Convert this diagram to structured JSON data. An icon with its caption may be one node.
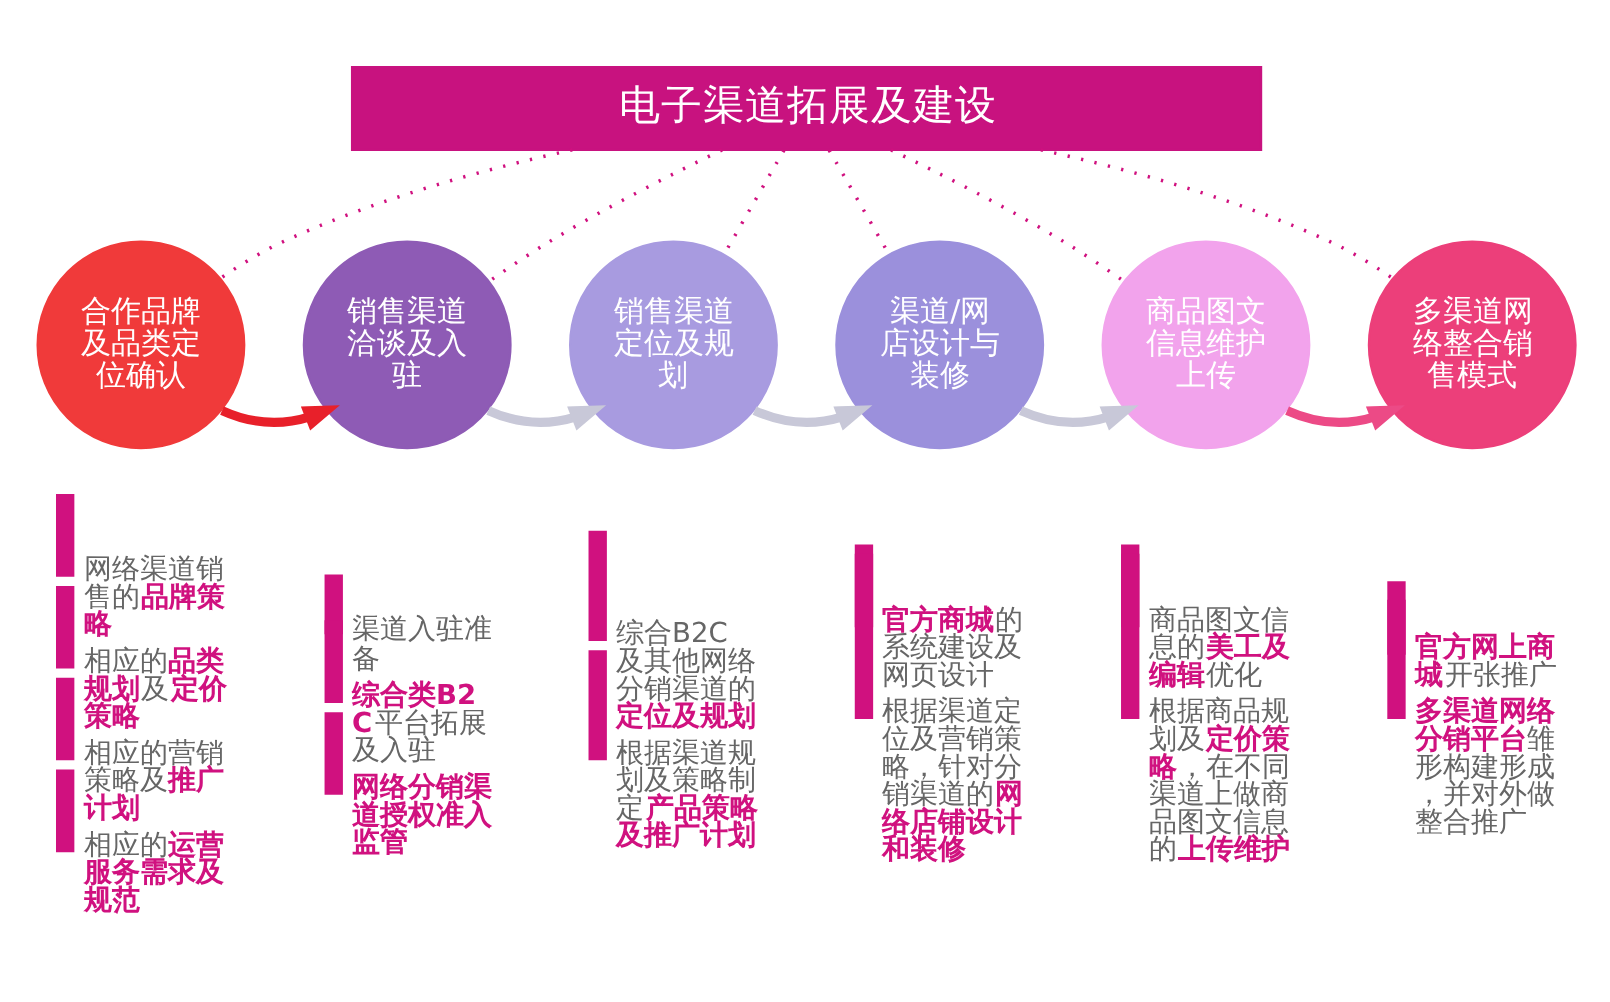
{
  "diagram": {
    "nodes": [
      {
        "text": [
          "电子渠道拓展及建设"
        ]
      },
      {
        "text": [
          "合作品牌及品类定位确认"
        ],
        "beside": [
          "网络渠道销售的**品牌策略**",
          "相应的**品类规划**及**定价策略**",
          "相应的营销策略及**推广计划**",
          "相应的**运营服务需求及规范**"
        ]
      },
      {
        "text": [
          "销售渠道洽谈及入驻"
        ],
        "beside": [
          "渠道入驻准备",
          "**综合类B2C**平台拓展及入驻",
          "**网络分销渠道授权准入监管**"
        ]
      },
      {
        "text": [
          "销售渠道定位及规划"
        ],
        "beside": [
          "综合B2C及其他网络分销渠道的**定位及规划**",
          "根据渠道规划及策略制定**产品策略及推广计划**"
        ]
      },
      {
        "text": [
          "渠道/网店设计与装修"
        ],
        "beside": [
          "**官方商城**的系统建设及网页设计",
          "根据渠道定位及营销策略，针对分销渠道的**网络店铺设计和装修**"
        ]
      },
      {
        "text": [
          "商品图文信息维护上传"
        ],
        "beside": [
          "商品图文信息的**美工及编辑**优化",
          "根据商品规划及**定价策略**，在不同渠道上做商品图文信息的**上传维护**"
        ]
      },
      {
        "text": [
          "多渠道网络整合销售模式"
        ],
        "beside": [
          "**官方网上商城**开张推广",
          "**多渠道网络分销平台**雏形构建形成，并对外做整合推广"
        ]
      }
    ],
    "edges": [
      {
        "from": 0,
        "to": 1,
        "arrow": "none",
        "style": "dashed"
      },
      {
        "from": 0,
        "to": 2,
        "arrow": "none",
        "style": "dashed"
      },
      {
        "from": 0,
        "to": 3,
        "arrow": "none",
        "style": "dashed"
      },
      {
        "from": 0,
        "to": 4,
        "arrow": "none",
        "style": "dashed"
      },
      {
        "from": 0,
        "to": 5,
        "arrow": "none",
        "style": "dashed"
      },
      {
        "from": 0,
        "to": 6,
        "arrow": "none",
        "style": "dashed"
      },
      {
        "from": 1,
        "to": 2,
        "arrow": "to",
        "style": "thick",
        "color": "#e8202a"
      },
      {
        "from": 2,
        "to": 3,
        "arrow": "to",
        "style": "thick",
        "color": "#c8c8d8"
      },
      {
        "from": 3,
        "to": 4,
        "arrow": "to",
        "style": "thick",
        "color": "#c8c8d8"
      },
      {
        "from": 4,
        "to": 5,
        "arrow": "to",
        "style": "thick",
        "color": "#c8c8d8"
      },
      {
        "from": 5,
        "to": 6,
        "arrow": "to",
        "style": "thick",
        "color": "#ec4a86"
      }
    ]
  }
}
